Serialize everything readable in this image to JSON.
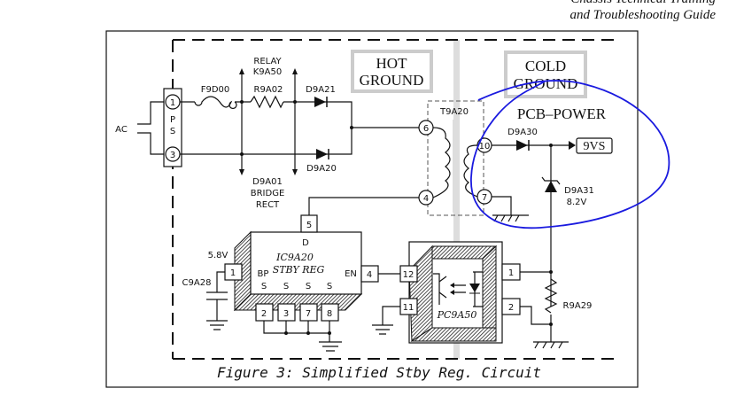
{
  "header": {
    "line1": "Chassis Technical Training",
    "line2": "and Troubleshooting Guide"
  },
  "figure": {
    "caption": "Figure 3: Simplified Stby Reg. Circuit",
    "labels": {
      "ac": "AC",
      "ps_p": "P",
      "ps_s": "S",
      "pin_1": "1",
      "pin_3": "3",
      "relay": "RELAY",
      "relay_id": "K9A50",
      "fuse": "F9D00",
      "resistor_r9a02": "R9A02",
      "diode_d9a21": "D9A21",
      "diode_d9a20": "D9A20",
      "bridge_id": "D9A01",
      "bridge": "BRIDGE",
      "rect": "RECT",
      "hot_1": "HOT",
      "hot_2": "GROUND",
      "cold_1": "COLD",
      "cold_2": "GROUND",
      "pcb_power": "PCB–POWER",
      "transformer": "T9A20",
      "t_pin6": "6",
      "t_pin4": "4",
      "t_pin10": "10",
      "t_pin7": "7",
      "diode_d9a30": "D9A30",
      "output": "9VS",
      "zener": "D9A31",
      "zener_v": "8.2V",
      "ic_pin5": "5",
      "ic_d": "D",
      "ic_name": "IC9A20",
      "ic_desc": "STBY  REG",
      "ic_bp": "BP",
      "ic_en": "EN",
      "ic_s": "S",
      "ic_pin1": "1",
      "ic_pin4": "4",
      "ic_pin2": "2",
      "ic_pin3": "3",
      "ic_pin7": "7",
      "ic_pin8": "8",
      "v58": "5.8V",
      "cap": "C9A28",
      "opto_pin12": "12",
      "opto_pin11": "11",
      "opto_pin1": "1",
      "opto_pin2": "2",
      "opto": "PC9A50",
      "resistor_r9a29": "R9A29"
    },
    "annotation_color": "#1a1adf"
  }
}
